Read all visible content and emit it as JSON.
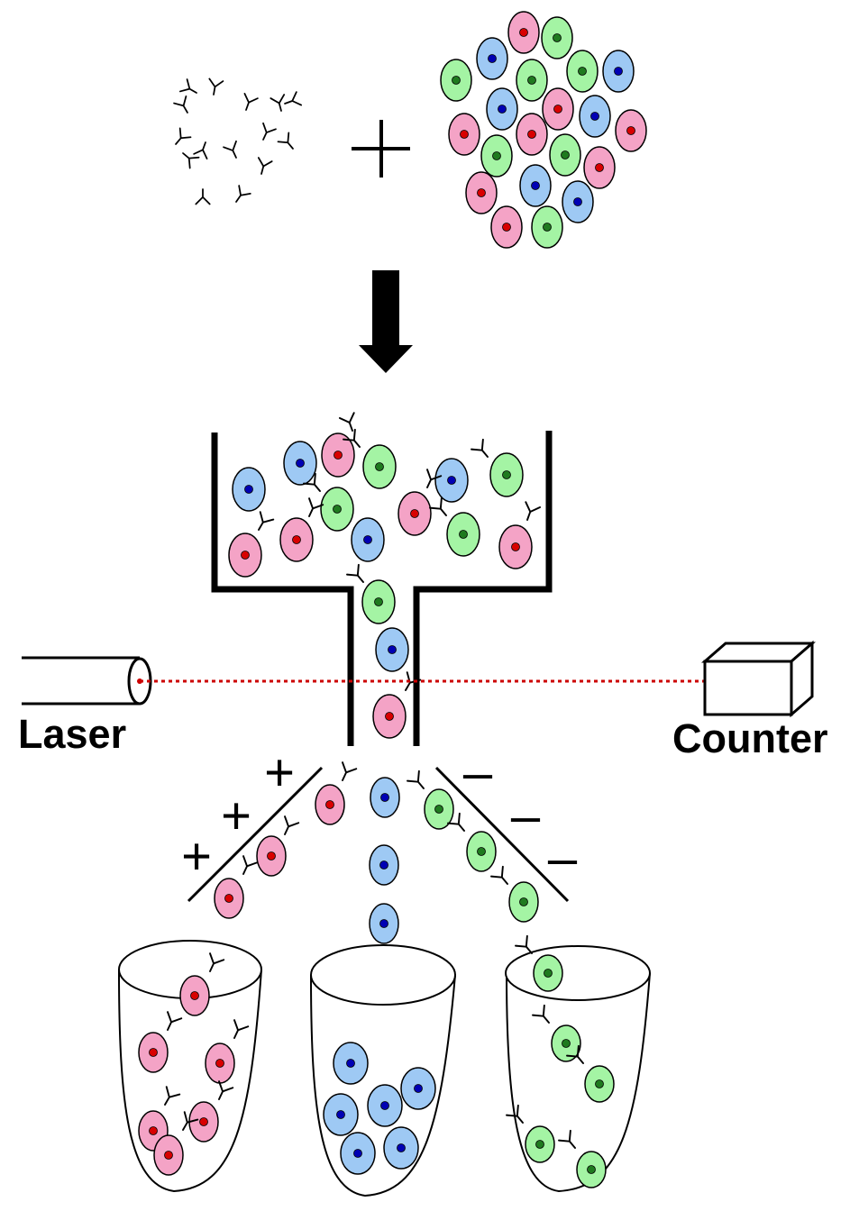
{
  "labels": {
    "laser": "Laser",
    "counter": "Counter"
  },
  "symbols": {
    "plus": "+",
    "minus": "–"
  },
  "colors": {
    "pink_cell": "#f4a3c6",
    "pink_nucleus": "#d80000",
    "green_cell": "#a4f4a4",
    "green_nucleus": "#1f7a1f",
    "blue_cell": "#9ec9f4",
    "blue_nucleus": "#0000b4",
    "laser_beam": "#cc0000",
    "outline": "#000000"
  },
  "cell_types": [
    "pink",
    "green",
    "blue"
  ],
  "icons": [
    "antibody-icon",
    "cell-icon",
    "down-arrow-icon",
    "laser-tube-icon",
    "counter-box-icon",
    "cup-icon",
    "deflection-plate-icon"
  ]
}
